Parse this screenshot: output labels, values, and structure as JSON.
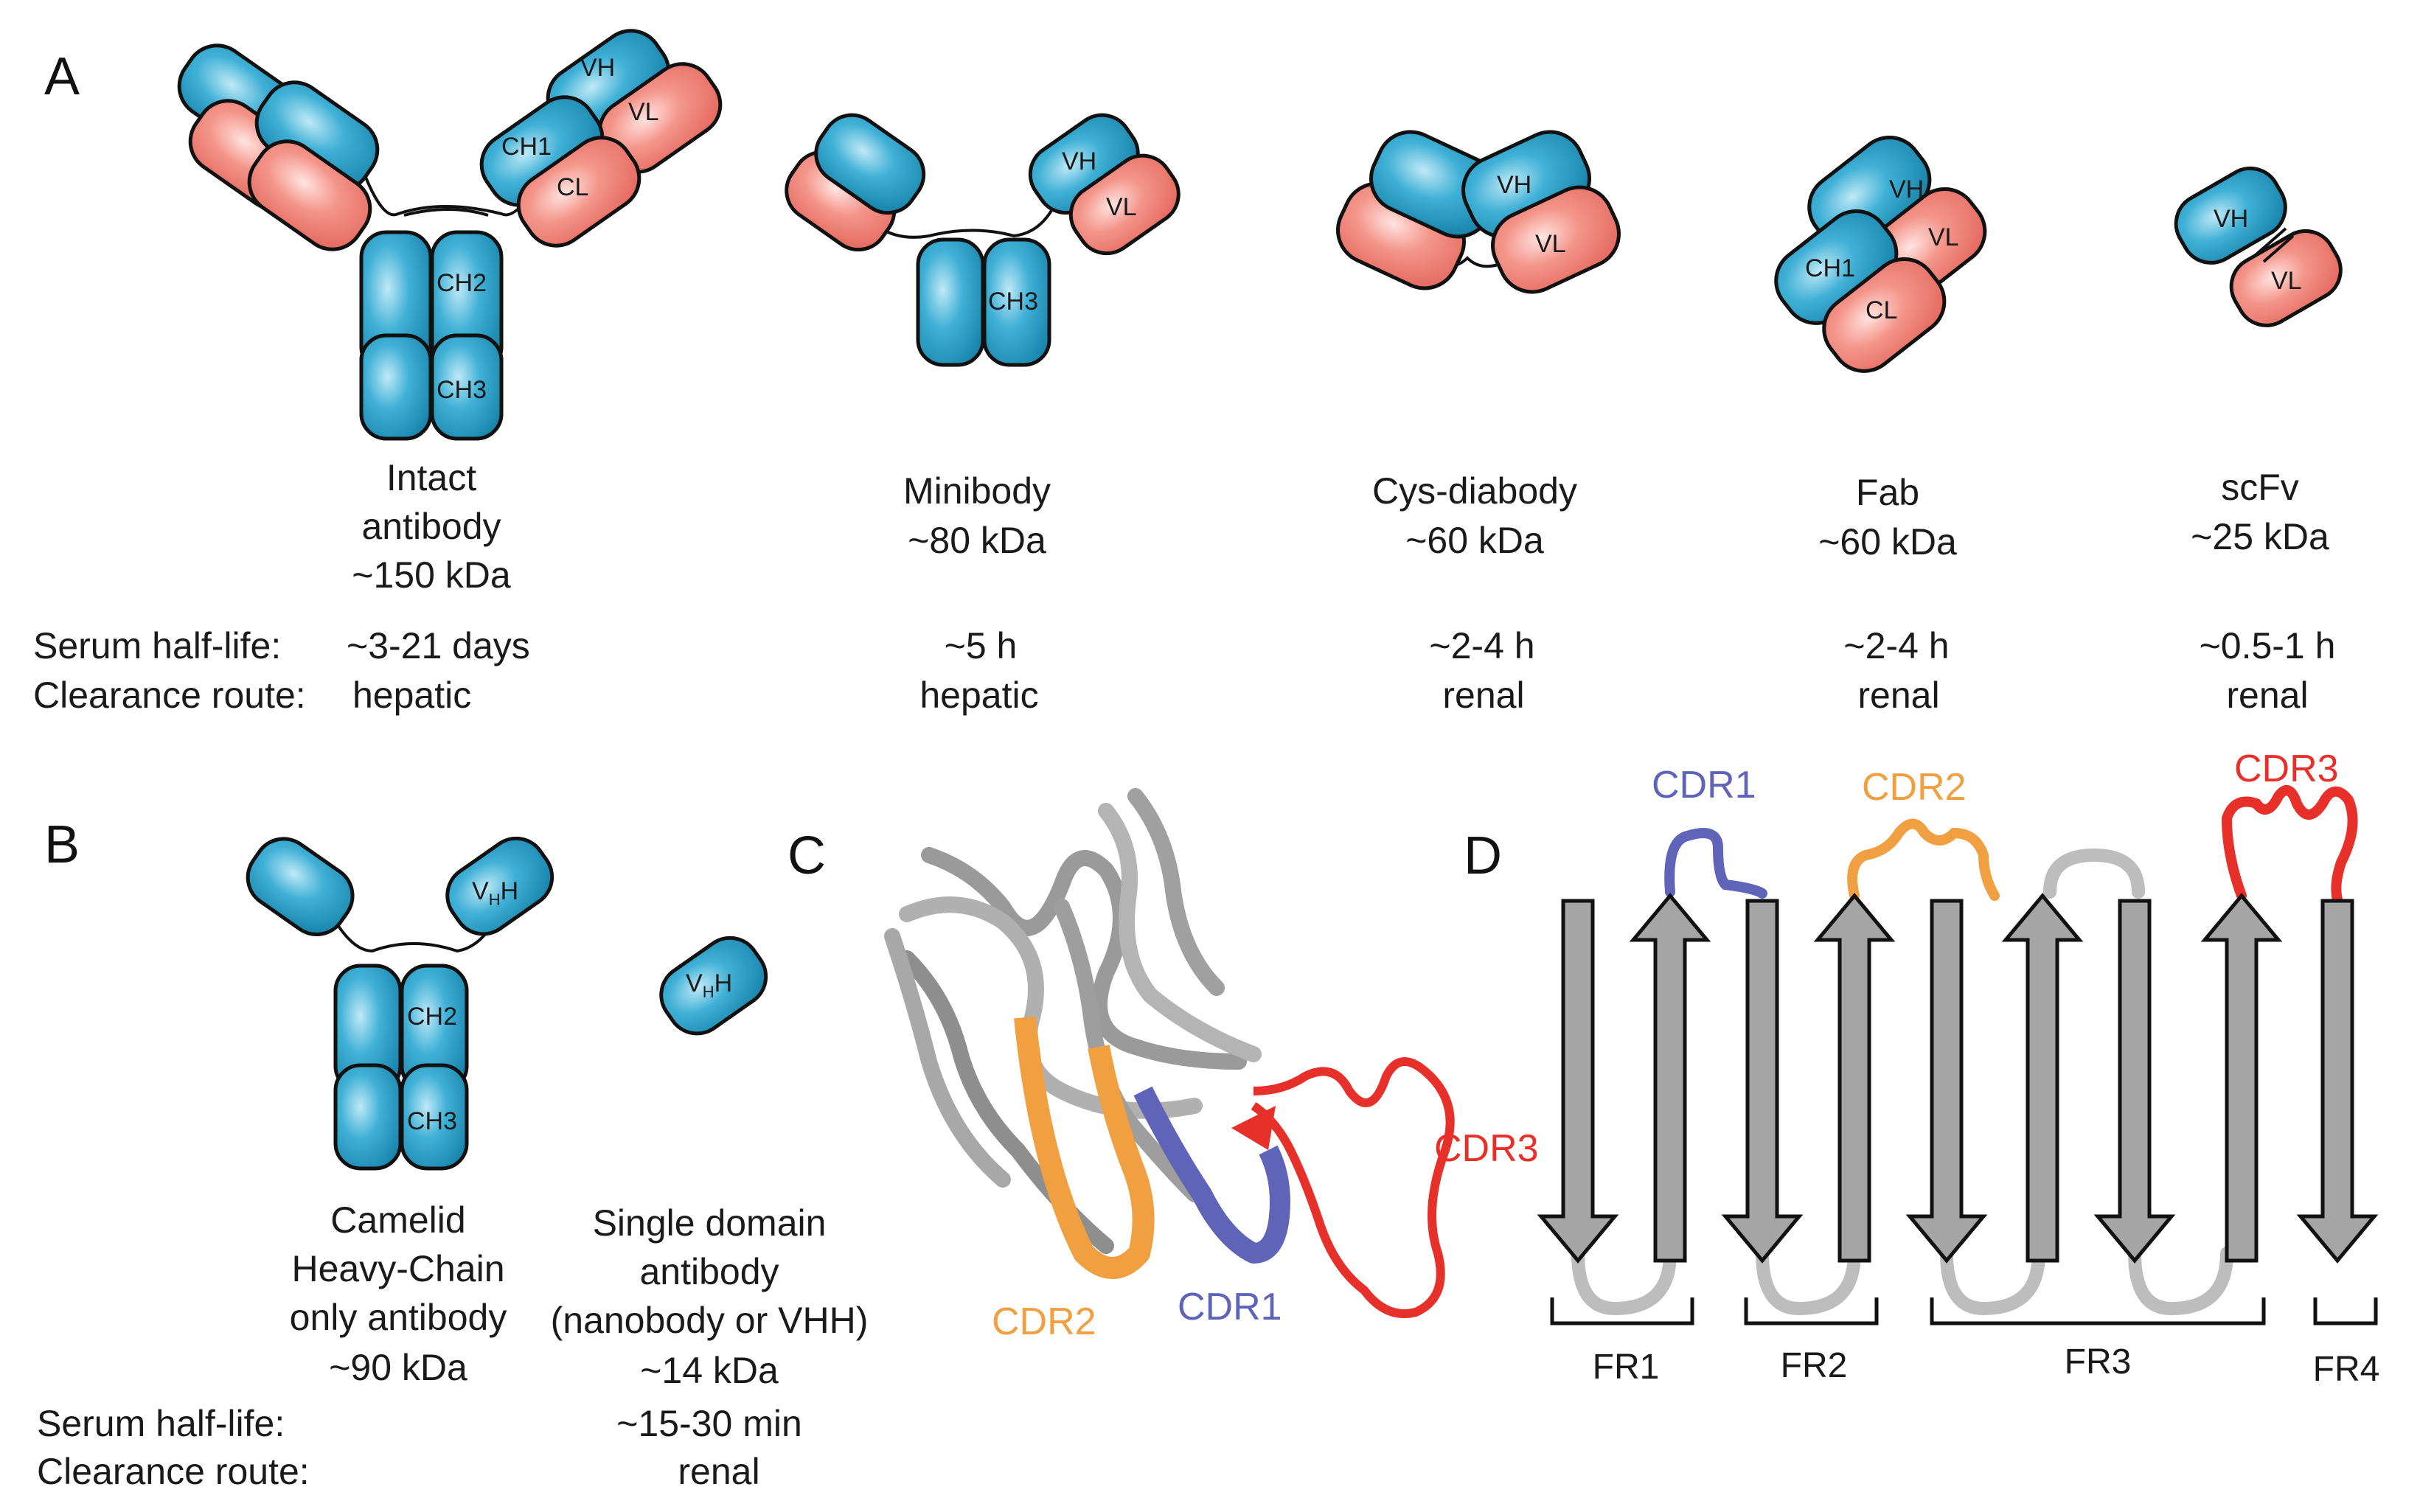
{
  "colors": {
    "heavy_domain": "#2a9cc4",
    "light_domain": "#f08a80",
    "cdr1": "#5f64b8",
    "cdr2": "#f0a040",
    "cdr3": "#e8302a",
    "strand": "#a5a5a5"
  },
  "panel_a": {
    "label": "A",
    "stat_labels": {
      "half_life": "Serum half-life:",
      "clearance": "Clearance route:"
    },
    "formats": [
      {
        "name": "Intact\nantibody",
        "mass": "~150 kDa",
        "half_life": "~3-21 days",
        "clearance": "hepatic",
        "domain_labels": [
          "VH",
          "VL",
          "CH1",
          "CL",
          "CH2",
          "CH3"
        ]
      },
      {
        "name": "Minibody",
        "mass": "~80 kDa",
        "half_life": "~5 h",
        "clearance": "hepatic",
        "domain_labels": [
          "VH",
          "VL",
          "CH3"
        ]
      },
      {
        "name": "Cys-diabody",
        "mass": "~60 kDa",
        "half_life": "~2-4 h",
        "clearance": "renal",
        "domain_labels": [
          "VH",
          "VL"
        ]
      },
      {
        "name": "Fab",
        "mass": "~60 kDa",
        "half_life": "~2-4 h",
        "clearance": "renal",
        "domain_labels": [
          "VH",
          "VL",
          "CH1",
          "CL"
        ]
      },
      {
        "name": "scFv",
        "mass": "~25 kDa",
        "half_life": "~0.5-1 h",
        "clearance": "renal",
        "domain_labels": [
          "VH",
          "VL"
        ]
      }
    ]
  },
  "panel_b": {
    "label": "B",
    "stat_labels": {
      "half_life": "Serum half-life:",
      "clearance": "Clearance route:"
    },
    "formats": [
      {
        "name": "Camelid\nHeavy-Chain\nonly antibody",
        "mass": "~90 kDa",
        "domain_labels": [
          "VHH",
          "CH2",
          "CH3"
        ]
      },
      {
        "name": "Single domain\nantibody\n(nanobody or VHH)",
        "mass": "~14 kDa",
        "half_life": "~15-30 min",
        "clearance": "renal",
        "domain_labels": [
          "VHH"
        ]
      }
    ]
  },
  "panel_c": {
    "label": "C",
    "cdr_labels": [
      "CDR3",
      "CDR2",
      "CDR1"
    ]
  },
  "panel_d": {
    "label": "D",
    "cdr_labels": [
      "CDR1",
      "CDR2",
      "CDR3"
    ],
    "framework_labels": [
      "FR1",
      "FR2",
      "FR3",
      "FR4"
    ]
  }
}
